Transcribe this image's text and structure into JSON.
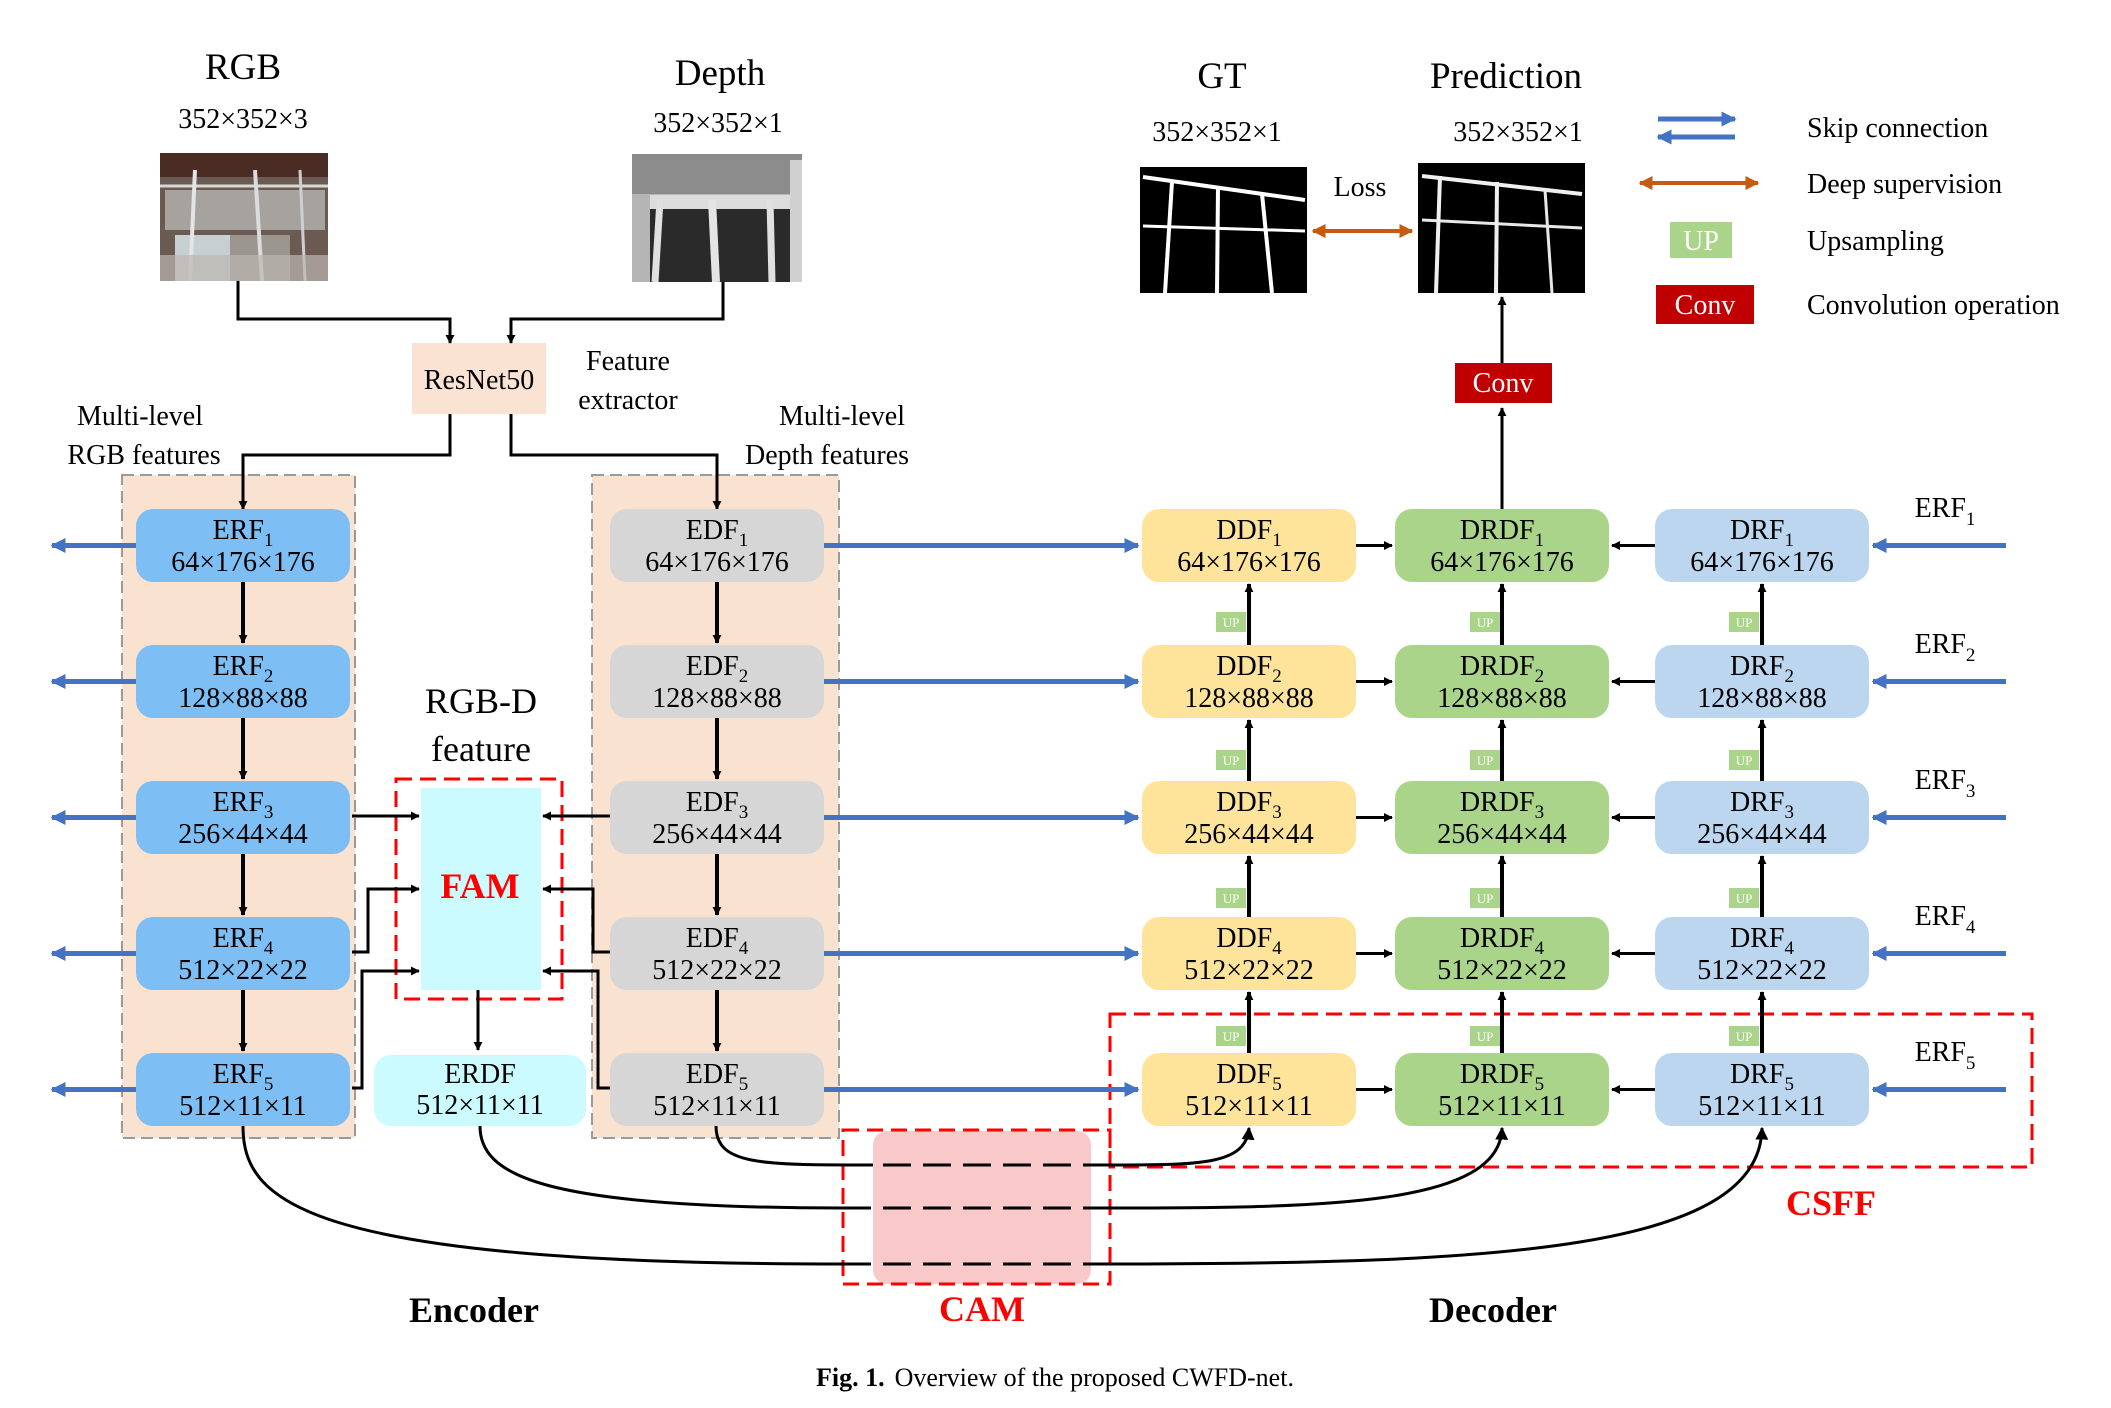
{
  "inputs": {
    "rgb": {
      "title": "RGB",
      "dims": "352×352×3"
    },
    "depth": {
      "title": "Depth",
      "dims": "352×352×1"
    },
    "gt": {
      "title": "GT",
      "dims": "352×352×1"
    },
    "prediction": {
      "title": "Prediction",
      "dims": "352×352×1"
    },
    "loss": "Loss"
  },
  "legend": {
    "skip": "Skip connection",
    "deep": "Deep supervision",
    "up_box": "UP",
    "up": "Upsampling",
    "conv_box": "Conv",
    "conv": "Convolution operation"
  },
  "backbone": {
    "name": "ResNet50",
    "label_line1": "Feature",
    "label_line2": "extractor"
  },
  "encoder_labels": {
    "rgb_line1": "Multi-level",
    "rgb_line2": "RGB features",
    "depth_line1": "Multi-level",
    "depth_line2": "Depth features",
    "rgbd_line1": "RGB-D",
    "rgbd_line2": "feature"
  },
  "erf": [
    {
      "name": "ERF",
      "sub": "1",
      "dims": "64×176×176"
    },
    {
      "name": "ERF",
      "sub": "2",
      "dims": "128×88×88"
    },
    {
      "name": "ERF",
      "sub": "3",
      "dims": "256×44×44"
    },
    {
      "name": "ERF",
      "sub": "4",
      "dims": "512×22×22"
    },
    {
      "name": "ERF",
      "sub": "5",
      "dims": "512×11×11"
    }
  ],
  "edf": [
    {
      "name": "EDF",
      "sub": "1",
      "dims": "64×176×176"
    },
    {
      "name": "EDF",
      "sub": "2",
      "dims": "128×88×88"
    },
    {
      "name": "EDF",
      "sub": "3",
      "dims": "256×44×44"
    },
    {
      "name": "EDF",
      "sub": "4",
      "dims": "512×22×22"
    },
    {
      "name": "EDF",
      "sub": "5",
      "dims": "512×11×11"
    }
  ],
  "ddf": [
    {
      "name": "DDF",
      "sub": "1",
      "dims": "64×176×176"
    },
    {
      "name": "DDF",
      "sub": "2",
      "dims": "128×88×88"
    },
    {
      "name": "DDF",
      "sub": "3",
      "dims": "256×44×44"
    },
    {
      "name": "DDF",
      "sub": "4",
      "dims": "512×22×22"
    },
    {
      "name": "DDF",
      "sub": "5",
      "dims": "512×11×11"
    }
  ],
  "drdf": [
    {
      "name": "DRDF",
      "sub": "1",
      "dims": "64×176×176"
    },
    {
      "name": "DRDF",
      "sub": "2",
      "dims": "128×88×88"
    },
    {
      "name": "DRDF",
      "sub": "3",
      "dims": "256×44×44"
    },
    {
      "name": "DRDF",
      "sub": "4",
      "dims": "512×22×22"
    },
    {
      "name": "DRDF",
      "sub": "5",
      "dims": "512×11×11"
    }
  ],
  "drf": [
    {
      "name": "DRF",
      "sub": "1",
      "dims": "64×176×176"
    },
    {
      "name": "DRF",
      "sub": "2",
      "dims": "128×88×88"
    },
    {
      "name": "DRF",
      "sub": "3",
      "dims": "256×44×44"
    },
    {
      "name": "DRF",
      "sub": "4",
      "dims": "512×22×22"
    },
    {
      "name": "DRF",
      "sub": "5",
      "dims": "512×11×11"
    }
  ],
  "erf_inputs": [
    {
      "name": "ERF",
      "sub": "1"
    },
    {
      "name": "ERF",
      "sub": "2"
    },
    {
      "name": "ERF",
      "sub": "3"
    },
    {
      "name": "ERF",
      "sub": "4"
    },
    {
      "name": "ERF",
      "sub": "5"
    }
  ],
  "erdf": {
    "name": "ERDF",
    "dims": "512×11×11"
  },
  "modules": {
    "fam": "FAM",
    "cam": "CAM",
    "csff": "CSFF",
    "conv": "Conv",
    "up": "UP"
  },
  "sections": {
    "encoder": "Encoder",
    "decoder": "Decoder"
  },
  "caption": {
    "label": "Fig. 1.",
    "text": "Overview of the proposed CWFD-net."
  },
  "colors": {
    "erf": "#7dbff5",
    "edf": "#d6d6d6",
    "ddf": "#fde49a",
    "drdf": "#a9d48a",
    "drf": "#bcd6ef",
    "erdf": "#ccfbff",
    "fam": "#ccfbff",
    "cam": "#f9c9c9",
    "backbone": "#fbe3d4",
    "encoder_bg": "#fae2d1",
    "skip_arrow": "#4472c4",
    "deep_arrow": "#c55a11",
    "up_box": "#a9d48a",
    "conv_box": "#c00000",
    "module_red": "#ff0000"
  }
}
